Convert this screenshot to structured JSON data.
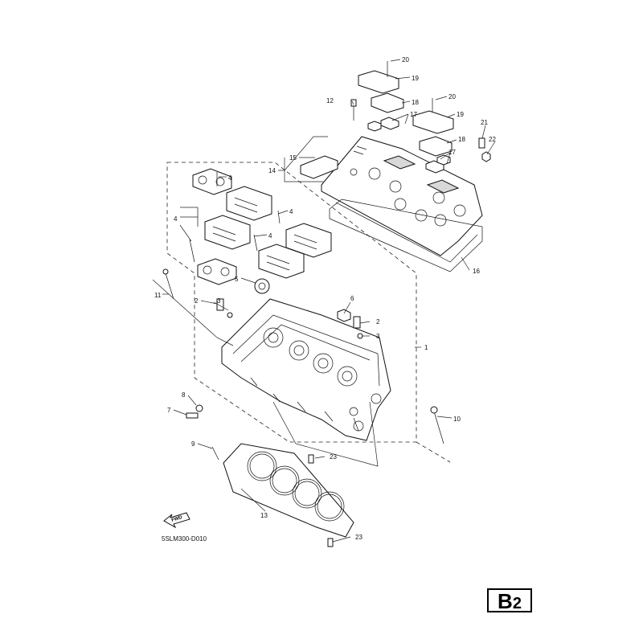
{
  "diagram": {
    "callouts": [
      {
        "id": "n20a",
        "text": "20"
      },
      {
        "id": "n19a",
        "text": "19"
      },
      {
        "id": "n12",
        "text": "12"
      },
      {
        "id": "n18a",
        "text": "18"
      },
      {
        "id": "n17a",
        "text": "17"
      },
      {
        "id": "n20b",
        "text": "20"
      },
      {
        "id": "n19b",
        "text": "19"
      },
      {
        "id": "n21",
        "text": "21"
      },
      {
        "id": "n22",
        "text": "22"
      },
      {
        "id": "n18b",
        "text": "18"
      },
      {
        "id": "n17b",
        "text": "17"
      },
      {
        "id": "n15",
        "text": "15"
      },
      {
        "id": "n14",
        "text": "14"
      },
      {
        "id": "n4a",
        "text": "4"
      },
      {
        "id": "n4b",
        "text": "4"
      },
      {
        "id": "n4c",
        "text": "4"
      },
      {
        "id": "n4d",
        "text": "4"
      },
      {
        "id": "n16",
        "text": "16"
      },
      {
        "id": "n5",
        "text": "5"
      },
      {
        "id": "n11",
        "text": "11"
      },
      {
        "id": "n2a",
        "text": "2"
      },
      {
        "id": "n3a",
        "text": "3"
      },
      {
        "id": "n6",
        "text": "6"
      },
      {
        "id": "n2b",
        "text": "2"
      },
      {
        "id": "n3b",
        "text": "3"
      },
      {
        "id": "n1",
        "text": "1"
      },
      {
        "id": "n8",
        "text": "8"
      },
      {
        "id": "n7",
        "text": "7"
      },
      {
        "id": "n10",
        "text": "10"
      },
      {
        "id": "n9",
        "text": "9"
      },
      {
        "id": "n23a",
        "text": "23"
      },
      {
        "id": "n13",
        "text": "13"
      },
      {
        "id": "n23b",
        "text": "23"
      }
    ],
    "fwd_label": "FWD",
    "drawing_code": "5SLM300-D010"
  },
  "page_ref": {
    "letter": "B",
    "digit": "2"
  }
}
